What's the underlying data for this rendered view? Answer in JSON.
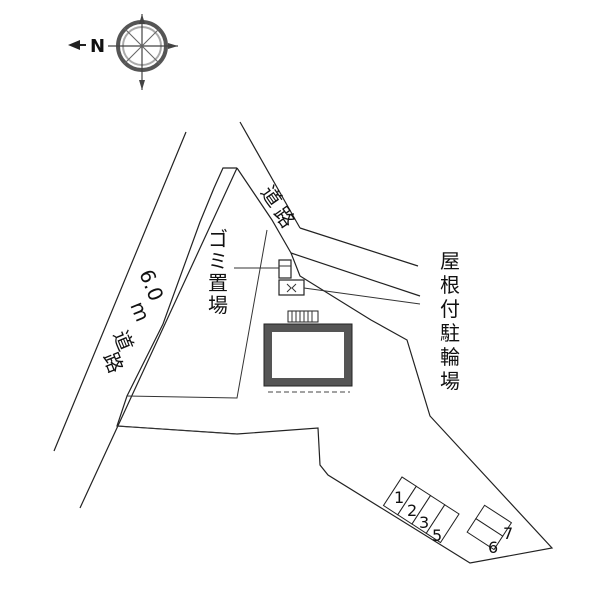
{
  "compass": {
    "north_label": "N",
    "icon": "compass-rose-icon"
  },
  "labels": {
    "main_road_width": "6.0",
    "main_road_unit": "m",
    "main_road_name_1": "道",
    "main_road_name_2": "路",
    "side_road_1": "道",
    "side_road_2": "路",
    "garbage_1": "ゴ",
    "garbage_2": "ミ",
    "garbage_3": "置",
    "garbage_4": "場",
    "bike_1": "屋",
    "bike_2": "根",
    "bike_3": "付",
    "bike_4": "駐",
    "bike_5": "輪",
    "bike_6": "場"
  },
  "parking_spaces": [
    "1",
    "2",
    "3",
    "5",
    "7",
    "6"
  ]
}
